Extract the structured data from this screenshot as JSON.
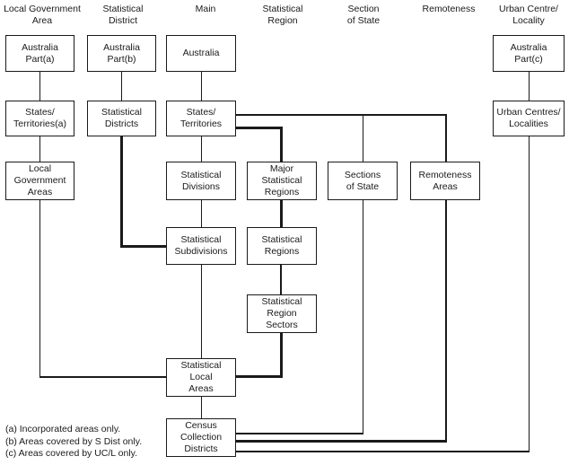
{
  "headers": [
    {
      "id": "local-government-area",
      "label": "Local Government\nArea"
    },
    {
      "id": "statistical-district",
      "label": "Statistical\nDistrict"
    },
    {
      "id": "main",
      "label": "Main"
    },
    {
      "id": "statistical-region",
      "label": "Statistical\nRegion"
    },
    {
      "id": "section-of-state",
      "label": "Section\nof State"
    },
    {
      "id": "remoteness",
      "label": "Remoteness"
    },
    {
      "id": "urban-centre-locality",
      "label": "Urban Centre/\nLocality"
    }
  ],
  "nodes": [
    {
      "id": "australia-part-a",
      "label": "Australia\nPart(a)"
    },
    {
      "id": "australia-part-b",
      "label": "Australia\nPart(b)"
    },
    {
      "id": "australia",
      "label": "Australia"
    },
    {
      "id": "australia-part-c",
      "label": "Australia\nPart(c)"
    },
    {
      "id": "states-territories-a",
      "label": "States/\nTerritories(a)"
    },
    {
      "id": "statistical-districts",
      "label": "Statistical\nDistricts"
    },
    {
      "id": "states-territories",
      "label": "States/\nTerritories"
    },
    {
      "id": "urban-centres-localities",
      "label": "Urban Centres/\nLocalities"
    },
    {
      "id": "local-government-areas",
      "label": "Local\nGovernment\nAreas"
    },
    {
      "id": "statistical-divisions",
      "label": "Statistical\nDivisions"
    },
    {
      "id": "major-statistical-regions",
      "label": "Major\nStatistical\nRegions"
    },
    {
      "id": "sections-of-state",
      "label": "Sections\nof State"
    },
    {
      "id": "remoteness-areas",
      "label": "Remoteness\nAreas"
    },
    {
      "id": "statistical-subdivisions",
      "label": "Statistical\nSubdivisions"
    },
    {
      "id": "statistical-regions",
      "label": "Statistical\nRegions"
    },
    {
      "id": "statistical-region-sectors",
      "label": "Statistical\nRegion\nSectors"
    },
    {
      "id": "statistical-local-areas",
      "label": "Statistical\nLocal\nAreas"
    },
    {
      "id": "census-collection-districts",
      "label": "Census\nCollection\nDistricts"
    }
  ],
  "footnotes": [
    "(a) Incorporated areas only.",
    "(b) Areas covered by S Dist only.",
    "(c) Areas covered by UC/L only."
  ],
  "colors": {
    "line": "#1a1a1a",
    "text": "#1a1a1a",
    "background": "#ffffff"
  }
}
